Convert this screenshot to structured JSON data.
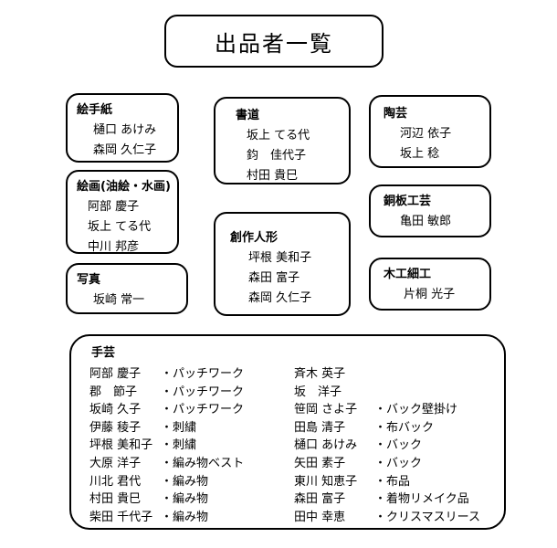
{
  "page_title": "出品者一覧",
  "groups": {
    "e_tegami": {
      "label": "絵手紙",
      "members": [
        "樋口 あけみ",
        "森岡 久仁子"
      ]
    },
    "kaiga": {
      "label": "絵画(油絵・水画)",
      "members": [
        "阿部 慶子",
        "坂上 てる代",
        "中川 邦彦"
      ]
    },
    "shashin": {
      "label": "写真",
      "members": [
        "坂崎 常一"
      ]
    },
    "shodo": {
      "label": "書道",
      "members": [
        "坂上 てる代",
        "鈞　佳代子",
        "村田 貴巳"
      ]
    },
    "sosaku_ningyo": {
      "label": "創作人形",
      "members": [
        "坪根 美和子",
        "森田 富子",
        "森岡 久仁子"
      ]
    },
    "tougei": {
      "label": "陶芸",
      "members": [
        "河辺 依子",
        "坂上 稔"
      ]
    },
    "doban_kougei": {
      "label": "銅板工芸",
      "members": [
        "亀田 敏郎"
      ]
    },
    "mokkou_saiku": {
      "label": "木工細工",
      "members": [
        "片桐 光子"
      ]
    }
  },
  "handicraft": {
    "label": "手芸",
    "left": [
      {
        "name": "阿部 慶子",
        "item": "・パッチワーク"
      },
      {
        "name": "郡　節子",
        "item": "・パッチワーク"
      },
      {
        "name": "坂崎 久子",
        "item": "・パッチワーク"
      },
      {
        "name": "伊藤 稜子",
        "item": "・刺繍"
      },
      {
        "name": "坪根 美和子",
        "item": "・刺繍"
      },
      {
        "name": "大原 洋子",
        "item": "・編み物ベスト"
      },
      {
        "name": "川北 君代",
        "item": "・編み物"
      },
      {
        "name": "村田 貴巳",
        "item": "・編み物"
      },
      {
        "name": "柴田 千代子",
        "item": "・編み物"
      }
    ],
    "right": [
      {
        "name": "斉木 英子",
        "item": ""
      },
      {
        "name": "坂　洋子",
        "item": ""
      },
      {
        "name": "笹岡 さよ子",
        "item": "・バック壁掛け"
      },
      {
        "name": "田島 清子",
        "item": "・布バック"
      },
      {
        "name": "樋口 あけみ",
        "item": "・バック"
      },
      {
        "name": "矢田 素子",
        "item": "・バック"
      },
      {
        "name": "東川 知恵子",
        "item": "・布品"
      },
      {
        "name": "森田 富子",
        "item": "・着物リメイク品"
      },
      {
        "name": "田中 幸恵",
        "item": "・クリスマスリース"
      }
    ]
  }
}
